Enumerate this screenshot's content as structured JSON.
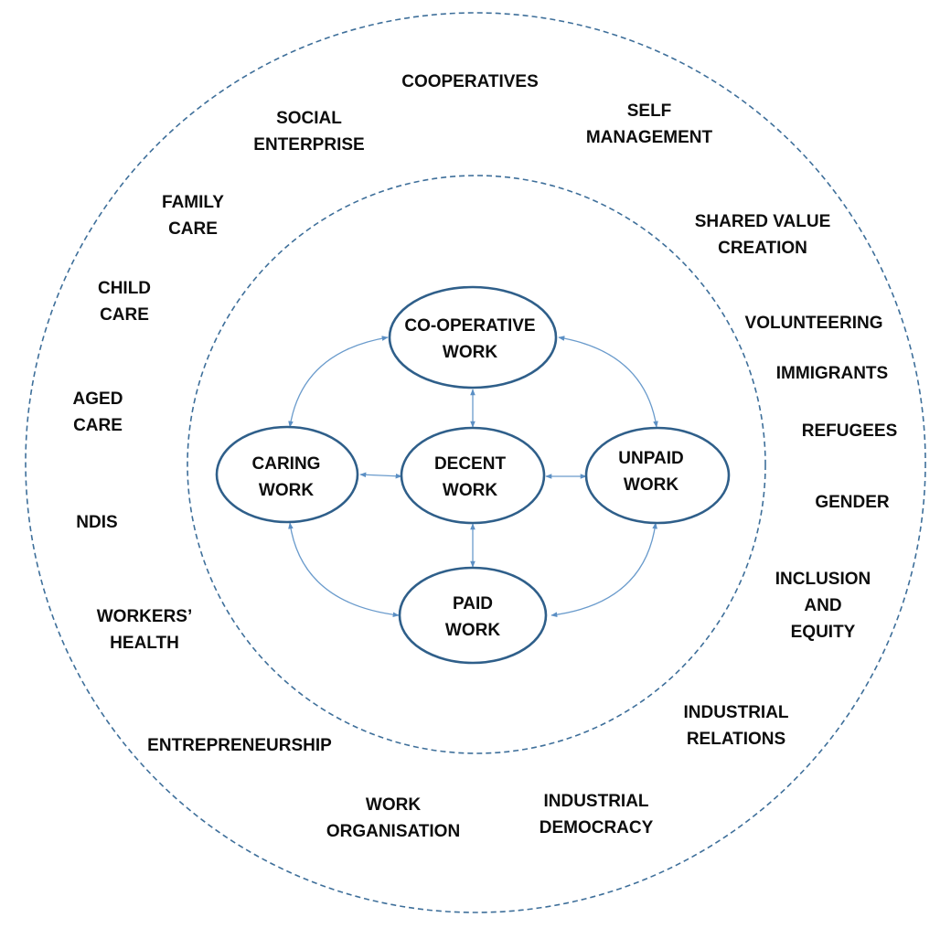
{
  "nodes": {
    "cooperative": [
      "CO-OPERATIVE",
      "WORK"
    ],
    "caring": [
      "CARING",
      "WORK"
    ],
    "decent": [
      "DECENT",
      "WORK"
    ],
    "unpaid": [
      "UNPAID",
      "WORK"
    ],
    "paid": [
      "PAID",
      "WORK"
    ]
  },
  "outer_labels": {
    "cooperatives": [
      "COOPERATIVES"
    ],
    "social_enterprise": [
      "SOCIAL",
      "ENTERPRISE"
    ],
    "self_management": [
      "SELF",
      "MANAGEMENT"
    ],
    "family_care": [
      "FAMILY",
      "CARE"
    ],
    "shared_value_creation": [
      "SHARED VALUE",
      "CREATION"
    ],
    "child_care": [
      "CHILD",
      "CARE"
    ],
    "volunteering": [
      "VOLUNTEERING"
    ],
    "immigrants": [
      "IMMIGRANTS"
    ],
    "aged_care": [
      "AGED",
      "CARE"
    ],
    "refugees": [
      "REFUGEES"
    ],
    "gender": [
      "GENDER"
    ],
    "ndis": [
      "NDIS"
    ],
    "inclusion_and_equity": [
      "INCLUSION",
      "AND",
      "EQUITY"
    ],
    "workers_health": [
      "WORKERS’",
      "HEALTH"
    ],
    "industrial_relations": [
      "INDUSTRIAL",
      "RELATIONS"
    ],
    "entrepreneurship": [
      "ENTREPRENEURSHIP"
    ],
    "work_organisation": [
      "WORK",
      "ORGANISATION"
    ],
    "industrial_democracy": [
      "INDUSTRIAL",
      "DEMOCRACY"
    ]
  },
  "colors": {
    "ring": "#3e6f9a",
    "node_border": "#2f5f8a",
    "connector": "#6a9bcc",
    "text": "#0d0d0d"
  }
}
